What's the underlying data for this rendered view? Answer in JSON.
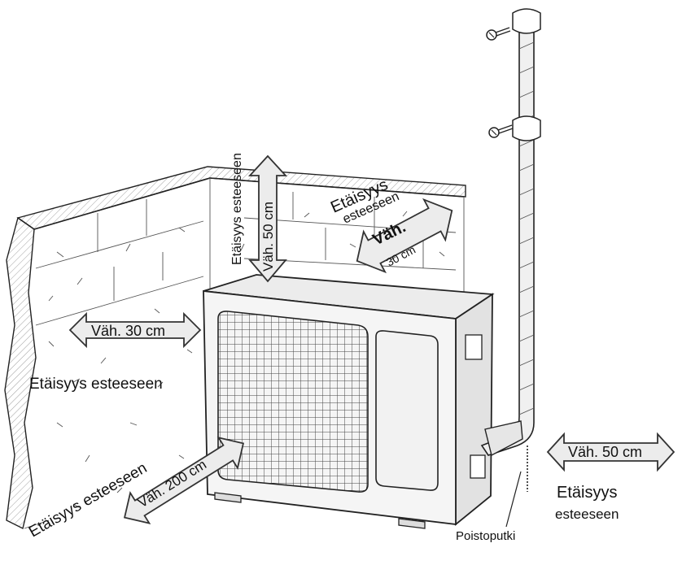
{
  "labels": {
    "top_vertical_distance": "Etäisyys esteeseen",
    "top_vertical_min": "Väh. 50 cm",
    "rear_distance_big": "Etäisyys",
    "rear_distance_small": "esteeseen",
    "rear_min_vah": "Väh.",
    "rear_min_value": "30 cm",
    "left_min": "Väh. 30 cm",
    "left_distance": "Etäisyys esteeseen",
    "front_distance": "Etäisyys esteeseen",
    "front_min": "Väh. 200 cm",
    "right_min": "Väh. 50 cm",
    "right_distance_big": "Etäisyys",
    "right_distance_small": "esteeseen",
    "drain_pipe": "Poistoputki"
  },
  "icons": {
    "screw": "screw-icon",
    "clamp": "pipe-clamp-icon",
    "arrow": "double-arrow-icon"
  }
}
